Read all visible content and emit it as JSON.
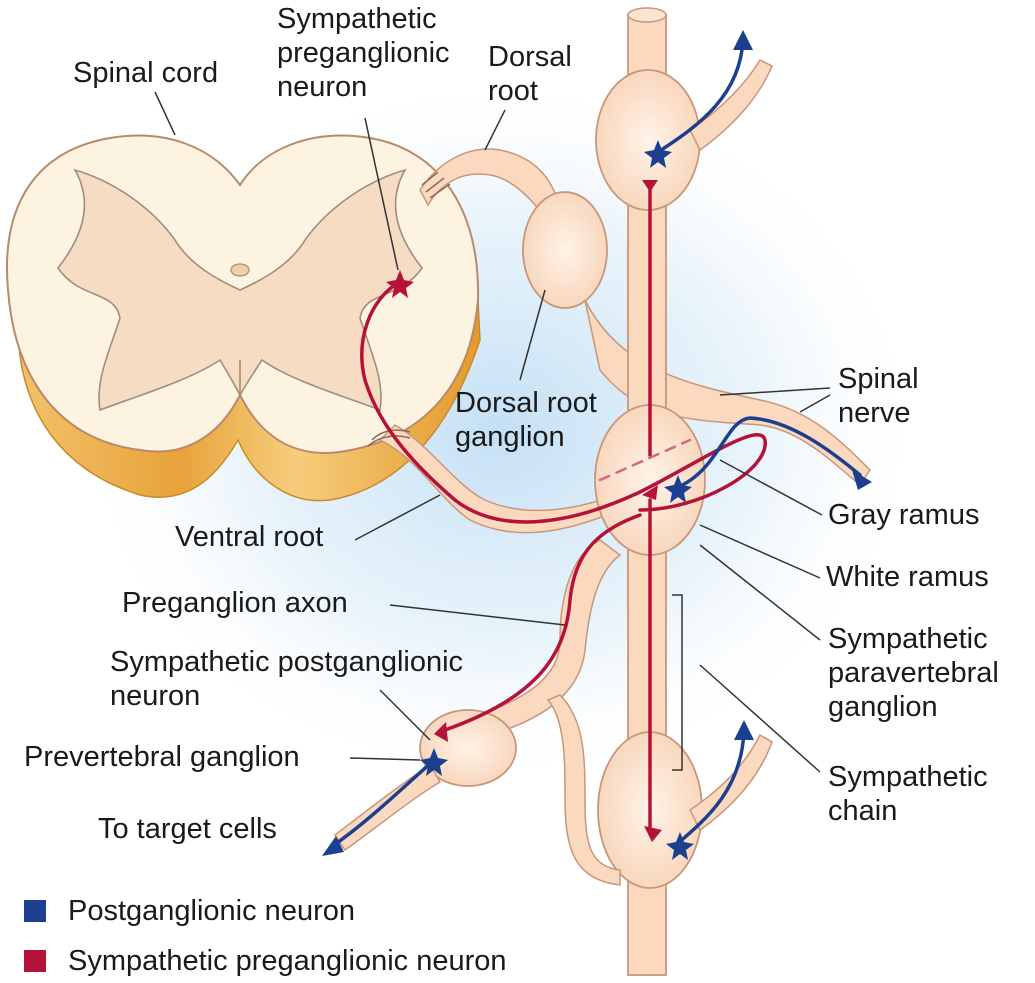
{
  "labels": {
    "spinal_cord": "Spinal cord",
    "sympathetic_preganglionic_neuron": "Sympathetic\npreganglionic\nneuron",
    "dorsal_root": "Dorsal\nroot",
    "dorsal_root_ganglion": "Dorsal root\nganglion",
    "spinal_nerve": "Spinal\nnerve",
    "gray_ramus": "Gray ramus",
    "white_ramus": "White ramus",
    "ventral_root": "Ventral root",
    "preganglion_axon": "Preganglion axon",
    "sympathetic_postganglionic_neuron": "Sympathetic postganglionic\nneuron",
    "prevertebral_ganglion": "Prevertebral ganglion",
    "to_target_cells": "To target cells",
    "sympathetic_paravertebral_ganglion": "Sympathetic\nparavertebral\nganglion",
    "sympathetic_chain": "Sympathetic\nchain"
  },
  "legend": [
    {
      "label": "Postganglionic neuron",
      "color": "#1c3f8f"
    },
    {
      "label": "Sympathetic preganglionic neuron",
      "color": "#b5123a"
    }
  ],
  "colors": {
    "nerve_fill": "#fad9bf",
    "nerve_stroke": "#d9a37e",
    "grey_matter": "#f7dcc4",
    "white_matter": "#fdf3e1",
    "cord_edge": "#e9a73a",
    "preganglionic": "#b5123a",
    "postganglionic": "#1c3f8f",
    "glow": "#cfe6f7"
  }
}
